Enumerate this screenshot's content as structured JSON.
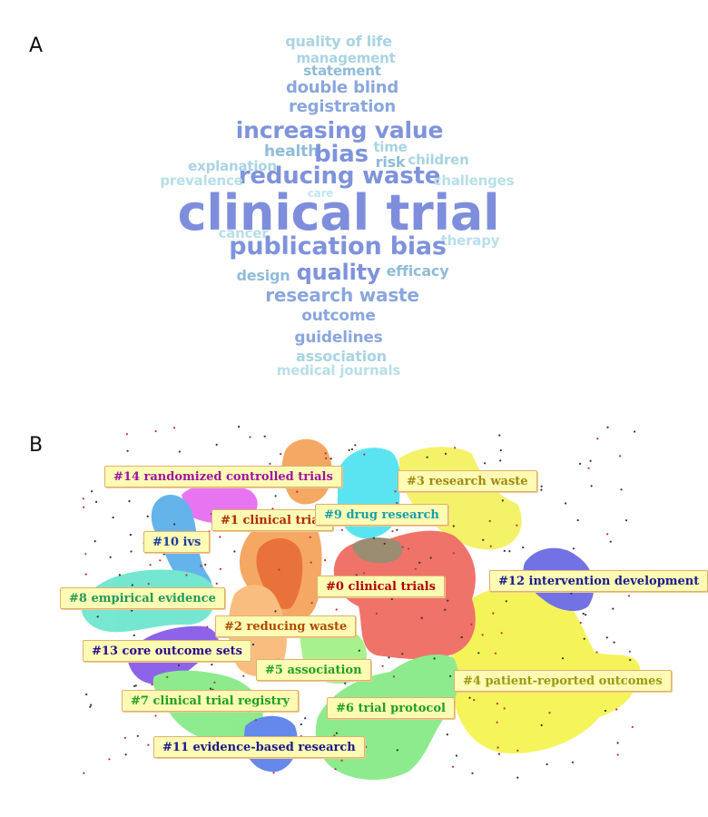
{
  "panels": {
    "a": "A",
    "b": "B"
  },
  "wordcloud": [
    {
      "text": "quality of life",
      "color": "#a9d4e2"
    },
    {
      "text": "management",
      "color": "#a9d4e2"
    },
    {
      "text": "statement",
      "color": "#8fbcd9"
    },
    {
      "text": "double blind",
      "color": "#8aa6dd"
    },
    {
      "text": "registration",
      "color": "#8aa6dd"
    },
    {
      "text": "increasing value",
      "color": "#7f93dc"
    },
    {
      "text": "time",
      "color": "#a9d4e2"
    },
    {
      "text": "health",
      "color": "#8fbcd9"
    },
    {
      "text": "bias",
      "color": "#7f93dc"
    },
    {
      "text": "children",
      "color": "#a9d4e2"
    },
    {
      "text": "risk",
      "color": "#8fbcd9"
    },
    {
      "text": "explanation",
      "color": "#a9d4e2"
    },
    {
      "text": "reducing waste",
      "color": "#7f93dc"
    },
    {
      "text": "prevalence",
      "color": "#b7dfe8"
    },
    {
      "text": "challenges",
      "color": "#b7dfe8"
    },
    {
      "text": "care",
      "color": "#c3e6ec"
    },
    {
      "text": "clinical trial",
      "color": "#7f8edc"
    },
    {
      "text": "cancer",
      "color": "#b7dfe8"
    },
    {
      "text": "therapy",
      "color": "#b7dfe8"
    },
    {
      "text": "publication bias",
      "color": "#7f93dc"
    },
    {
      "text": "design",
      "color": "#8fbcd9"
    },
    {
      "text": "quality",
      "color": "#7f93dc"
    },
    {
      "text": "efficacy",
      "color": "#8fbcd9"
    },
    {
      "text": "research waste",
      "color": "#8aa6dd"
    },
    {
      "text": "outcome",
      "color": "#8aa6dd"
    },
    {
      "text": "guidelines",
      "color": "#8aa6dd"
    },
    {
      "text": "association",
      "color": "#a9d4e2"
    },
    {
      "text": "medical journals",
      "color": "#b7dfe8"
    }
  ],
  "clusters": [
    {
      "label": "#14 randomized controlled trials",
      "color": "#a0139f"
    },
    {
      "label": "#3 research waste",
      "color": "#a08a10"
    },
    {
      "label": "#1 clinical trial",
      "color": "#b02a00"
    },
    {
      "label": "#9 drug research",
      "color": "#1aa0a8"
    },
    {
      "label": "#10 ivs",
      "color": "#1a3a9a"
    },
    {
      "label": "#12 intervention development",
      "color": "#1a1a8a"
    },
    {
      "label": "#0 clinical trials",
      "color": "#b00000"
    },
    {
      "label": "#8 empirical evidence",
      "color": "#229a5a"
    },
    {
      "label": "#2 reducing waste",
      "color": "#b04a00"
    },
    {
      "label": "#13 core outcome sets",
      "color": "#2a0a8a"
    },
    {
      "label": "#5 association",
      "color": "#22a022"
    },
    {
      "label": "#4 patient-reported outcomes",
      "color": "#9a9a10"
    },
    {
      "label": "#7 clinical trial registry",
      "color": "#20a020"
    },
    {
      "label": "#6 trial protocol",
      "color": "#20a020"
    },
    {
      "label": "#11 evidence-based research",
      "color": "#1a1a8a"
    }
  ]
}
